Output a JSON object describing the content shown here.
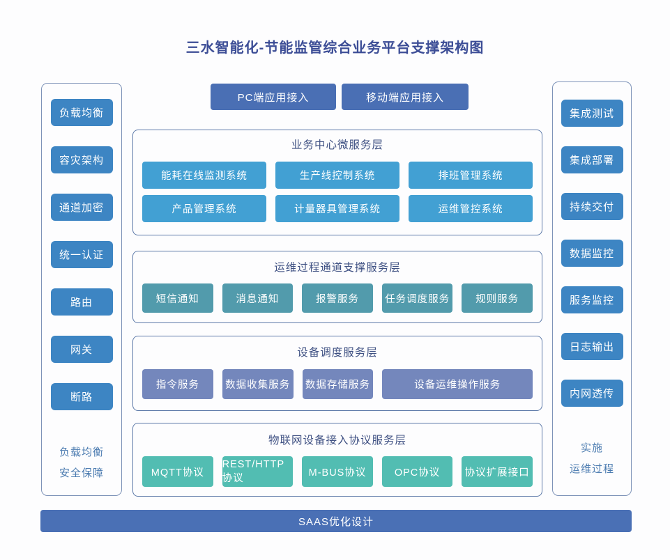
{
  "title": "三水智能化-节能监管综合业务平台支撑架构图",
  "top_buttons": {
    "pc": "PC端应用接入",
    "mobile": "移动端应用接入"
  },
  "left_panel": {
    "items": [
      "负载均衡",
      "容灾架构",
      "通道加密",
      "统一认证",
      "路由",
      "网关",
      "断路"
    ],
    "footer_line1": "负载均衡",
    "footer_line2": "安全保障"
  },
  "right_panel": {
    "items": [
      "集成测试",
      "集成部署",
      "持续交付",
      "数据监控",
      "服务监控",
      "日志输出",
      "内网透传"
    ],
    "footer_line1": "实施",
    "footer_line2": "运维过程"
  },
  "sections": [
    {
      "title": "业务中心微服务层",
      "boxes": [
        "能耗在线监测系统",
        "生产线控制系统",
        "排班管理系统",
        "产品管理系统",
        "计量器具管理系统",
        "运维管控系统"
      ]
    },
    {
      "title": "运维过程通道支撑服务层",
      "boxes": [
        "短信通知",
        "消息通知",
        "报警服务",
        "任务调度服务",
        "规则服务"
      ]
    },
    {
      "title": "设备调度服务层",
      "boxes": [
        "指令服务",
        "数据收集服务",
        "数据存储服务",
        "设备运维操作服务"
      ]
    },
    {
      "title": "物联网设备接入协议服务层",
      "boxes": [
        "MQTT协议",
        "REST/HTTP协议",
        "M-BUS协议",
        "OPC协议",
        "协议扩展接口"
      ]
    }
  ],
  "bottom_bar": {
    "label": "SAAS优化设计"
  },
  "colors": {
    "title_text": "#3c4d96",
    "side_box": "#3d85c3",
    "access_button": "#4a6fb4",
    "business_layer_box": "#42a0d3",
    "channel_layer_box": "#529bac",
    "device_layer_box": "#7487bc",
    "protocol_layer_box": "#52bdb2",
    "bottom_bar": "#4a70b5",
    "panel_border": "#7e93b8",
    "section_border": "#5c79a8"
  }
}
